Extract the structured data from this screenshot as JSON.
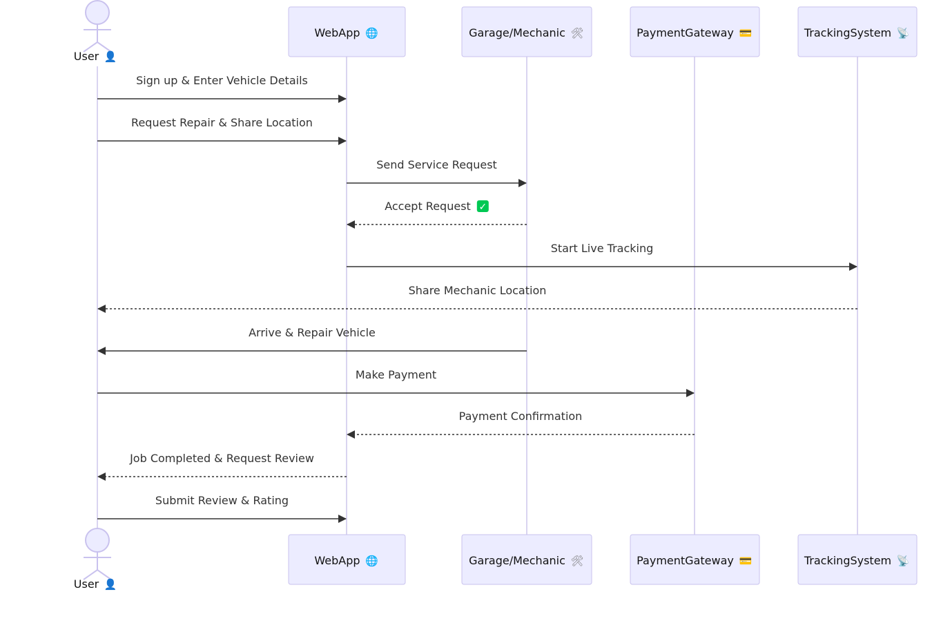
{
  "participants": [
    {
      "id": "user",
      "label": "User",
      "kind": "actor",
      "icon": "person-icon",
      "icon_glyph": "👤",
      "icon_color": "#4a2a4f"
    },
    {
      "id": "webapp",
      "label": "WebApp",
      "kind": "box",
      "icon": "globe-icon",
      "icon_glyph": "🌐",
      "icon_color": "#5aa6e6"
    },
    {
      "id": "garage",
      "label": "Garage/Mechanic",
      "kind": "box",
      "icon": "tools-icon",
      "icon_glyph": "🛠",
      "icon_color": "#7a7a7a"
    },
    {
      "id": "payment",
      "label": "PaymentGateway",
      "kind": "box",
      "icon": "credit-card-icon",
      "icon_glyph": "💳",
      "icon_color": "#1e88e5"
    },
    {
      "id": "tracking",
      "label": "TrackingSystem",
      "kind": "box",
      "icon": "satellite-icon",
      "icon_glyph": "📡",
      "icon_color": "#9aa0a6"
    }
  ],
  "messages": [
    {
      "from": "user",
      "to": "webapp",
      "text": "Sign up & Enter Vehicle Details",
      "style": "solid"
    },
    {
      "from": "user",
      "to": "webapp",
      "text": "Request Repair & Share Location",
      "style": "solid"
    },
    {
      "from": "webapp",
      "to": "garage",
      "text": "Send Service Request",
      "style": "solid"
    },
    {
      "from": "garage",
      "to": "webapp",
      "text": "Accept Request",
      "style": "dashed",
      "icon": "check-mark-icon",
      "icon_glyph": "✓",
      "icon_bg": "#00c853"
    },
    {
      "from": "webapp",
      "to": "tracking",
      "text": "Start Live Tracking",
      "style": "solid"
    },
    {
      "from": "tracking",
      "to": "user",
      "text": "Share Mechanic Location",
      "style": "dashed"
    },
    {
      "from": "garage",
      "to": "user",
      "text": "Arrive & Repair Vehicle",
      "style": "solid"
    },
    {
      "from": "user",
      "to": "payment",
      "text": "Make Payment",
      "style": "solid"
    },
    {
      "from": "payment",
      "to": "webapp",
      "text": "Payment Confirmation",
      "style": "dashed"
    },
    {
      "from": "webapp",
      "to": "user",
      "text": "Job Completed & Request Review",
      "style": "dashed"
    },
    {
      "from": "user",
      "to": "webapp",
      "text": "Submit Review & Rating",
      "style": "solid"
    }
  ],
  "colors": {
    "actor_fill": "#ececff",
    "actor_stroke": "#c9c2ee",
    "lifeline": "#d9d4f0",
    "message": "#333333"
  }
}
